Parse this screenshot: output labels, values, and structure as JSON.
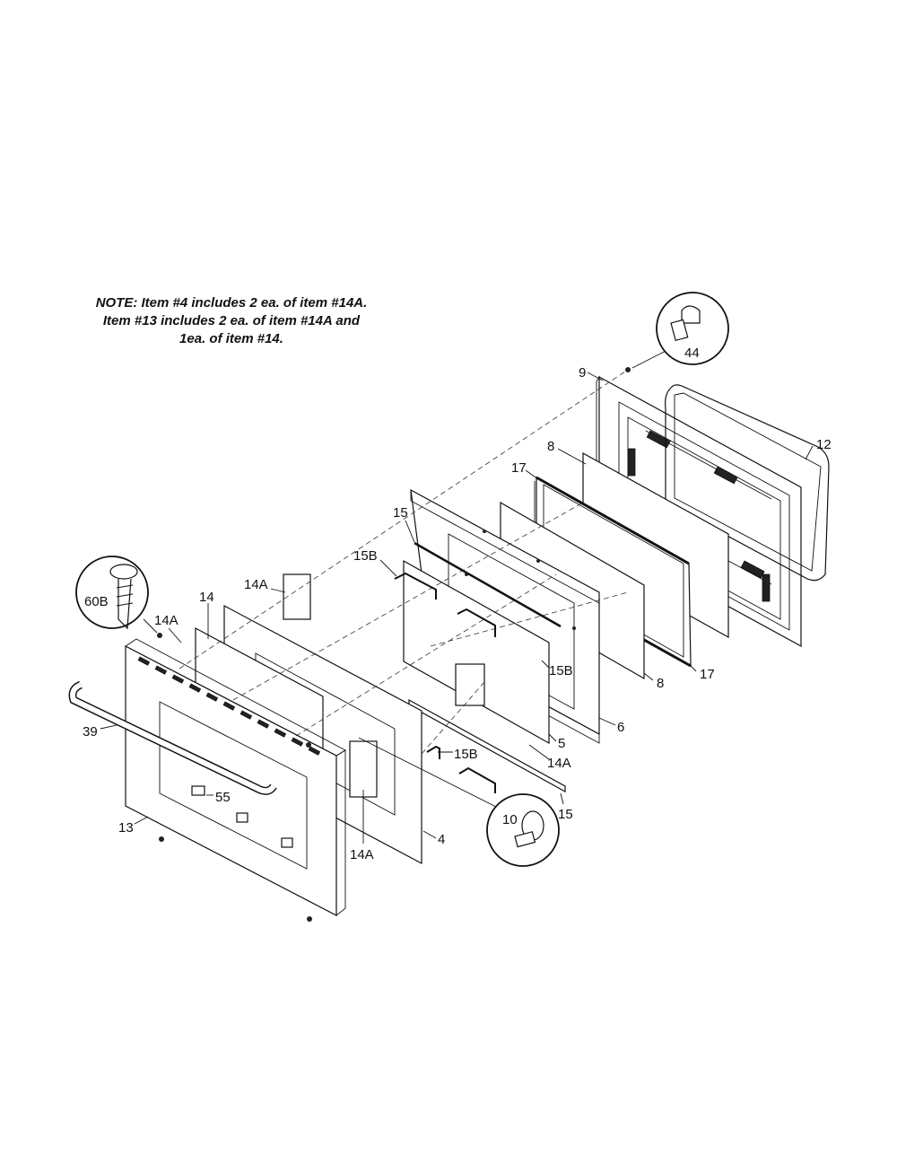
{
  "note": {
    "lines": [
      "NOTE: Item #4 includes 2 ea. of item #14A.",
      "Item #13 includes 2 ea. of item #14A and",
      "1ea. of item #14."
    ]
  },
  "callouts": {
    "c44": "44",
    "c60B": "60B",
    "c10": "10"
  },
  "labels": {
    "l9": "9",
    "l12": "12",
    "l8a": "8",
    "l17a": "17",
    "l15a": "15",
    "l15Ba": "15B",
    "l14Aa": "14A",
    "l14": "14",
    "l14Ab": "14A",
    "l39": "39",
    "l13": "13",
    "l55": "55",
    "l15Bb": "15B",
    "l8b": "8",
    "l17b": "17",
    "l6": "6",
    "l5": "5",
    "l15Bc": "15B",
    "l14Ac": "14A",
    "l15b": "15",
    "l4": "4",
    "l14Ad": "14A"
  }
}
